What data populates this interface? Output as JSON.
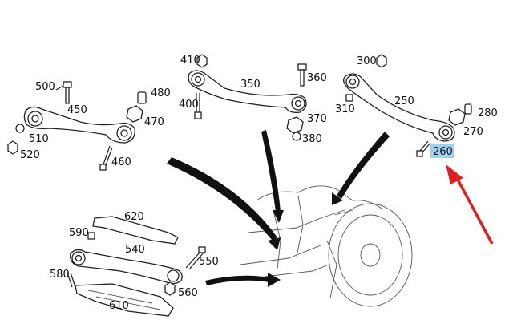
{
  "labels": {
    "l410": "410",
    "l350": "350",
    "l360": "360",
    "l400": "400",
    "l370": "370",
    "l380": "380",
    "l300": "300",
    "l310": "310",
    "l250": "250",
    "l280": "280",
    "l270": "270",
    "l260": "260",
    "l500": "500",
    "l480": "480",
    "l450": "450",
    "l470": "470",
    "l510": "510",
    "l520": "520",
    "l460": "460",
    "l620": "620",
    "l590": "590",
    "l540": "540",
    "l550": "550",
    "l580": "580",
    "l560": "560",
    "l610": "610"
  },
  "highlight": {
    "part": "260",
    "color": "#9fd0ef",
    "arrow_color": "#e02020"
  }
}
